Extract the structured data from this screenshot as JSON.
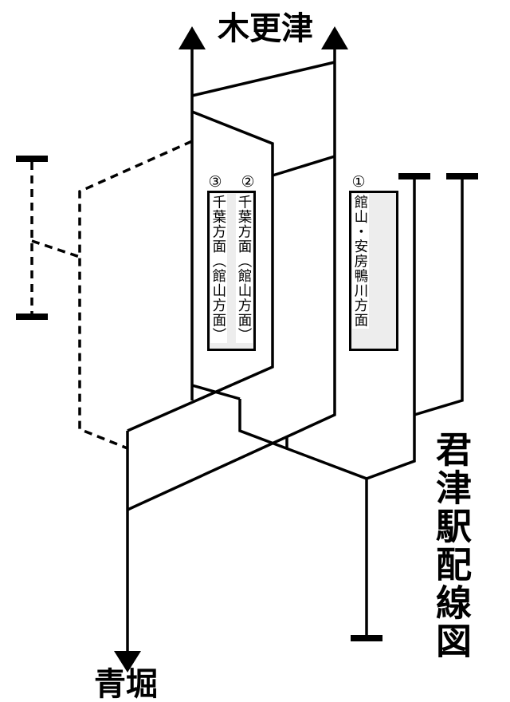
{
  "diagram": {
    "title": "君津駅配線図",
    "direction_top": "木更津",
    "direction_bottom": "青堀"
  },
  "platforms": [
    {
      "number": "③",
      "destination": "千葉方面（館山方面）"
    },
    {
      "number": "②",
      "destination": "千葉方面（館山方面）"
    },
    {
      "number": "①",
      "destination": "館山・安房鴨川方面"
    }
  ],
  "icons": {
    "up_arrow": "filled triangle pointing up",
    "down_arrow": "filled triangle pointing down",
    "track_end_bumper": "solid horizontal bar"
  },
  "colors": {
    "line": "#000000",
    "platform_fill": "#ededed",
    "label_background": "#ffffff",
    "background": "#ffffff"
  }
}
